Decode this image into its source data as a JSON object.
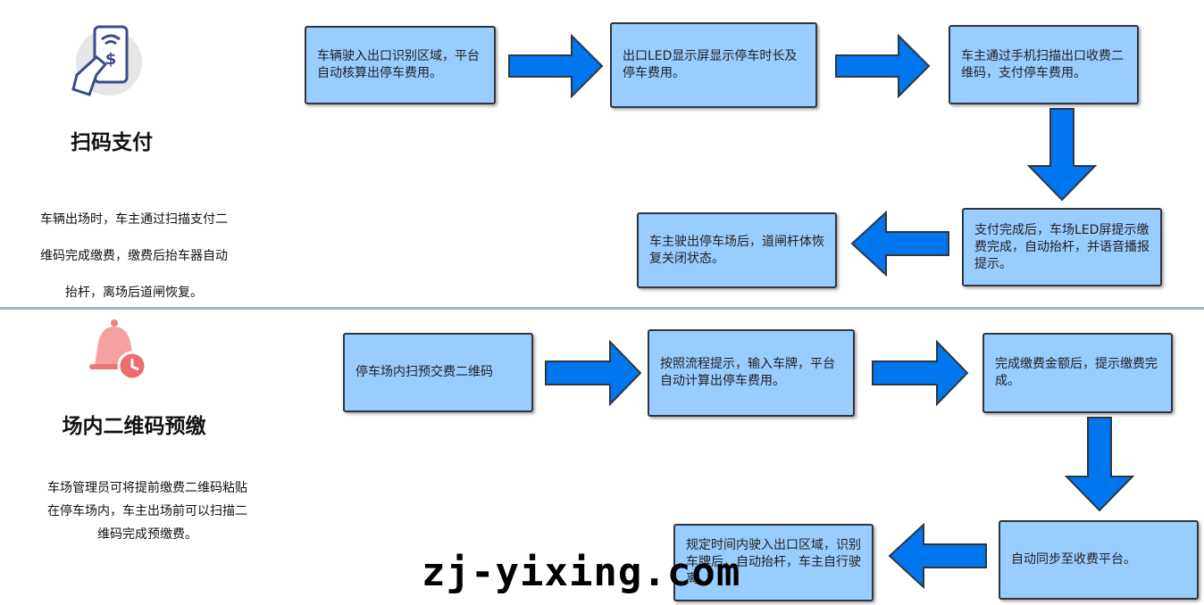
{
  "section1": {
    "title": "扫码支付",
    "description_lines": [
      "车辆出场时，车主通过扫描支付二",
      "维码完成缴费，缴费后抬车器自动",
      "抬杆，离场后道闸恢复。"
    ],
    "steps": [
      "车辆驶入出口识别区域，平台自动核算出停车费用。",
      "出口LED显示屏显示停车时长及停车费用。",
      "车主通过手机扫描出口收费二维码，支付停车费用。",
      "支付完成后，车场LED屏提示缴费完成，自动抬杆，并语音播报提示。",
      "车主驶出停车场后，道闸杆体恢复关闭状态。"
    ],
    "icon": "phone-payment-icon"
  },
  "section2": {
    "title": "场内二维码预缴",
    "description_lines": [
      "车场管理员可将提前缴费二维码粘贴",
      "在停车场内，车主出场前可以扫描二",
      "维码完成预缴费。"
    ],
    "steps": [
      "停车场内扫预交费二维码",
      "按照流程提示，输入车牌，平台自动计算出停车费用。",
      "完成缴费金额后，提示缴费完成。",
      "自动同步至收费平台。",
      "规定时间内驶入出口区域，识别车牌后，自动抬杆，车主自行驶离。"
    ],
    "icon": "bell-clock-icon"
  },
  "watermark": "zj-yixing.com",
  "colors": {
    "box_fill": "#99ccff",
    "arrow_fill": "#0077ee",
    "box_border": "#2f3640"
  }
}
